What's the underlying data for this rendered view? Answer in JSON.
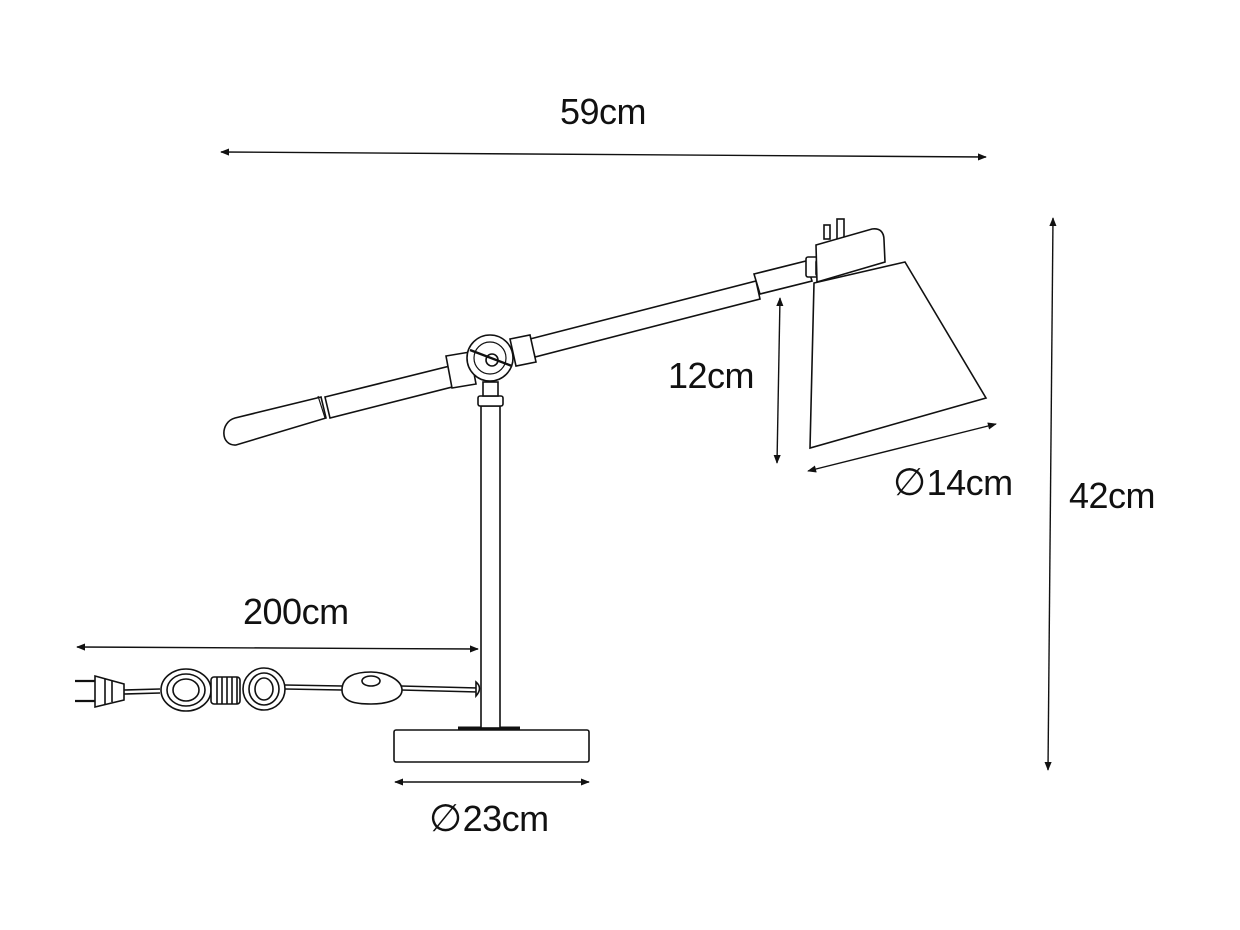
{
  "dimensions": {
    "width": "59cm",
    "shade_height": "12cm",
    "shade_diameter_symbol": "∅",
    "shade_diameter": "14cm",
    "total_height": "42cm",
    "cable_length": "200cm",
    "base_diameter_symbol": "∅",
    "base_diameter": "23cm"
  },
  "colors": {
    "line": "#111111",
    "background": "#ffffff"
  }
}
